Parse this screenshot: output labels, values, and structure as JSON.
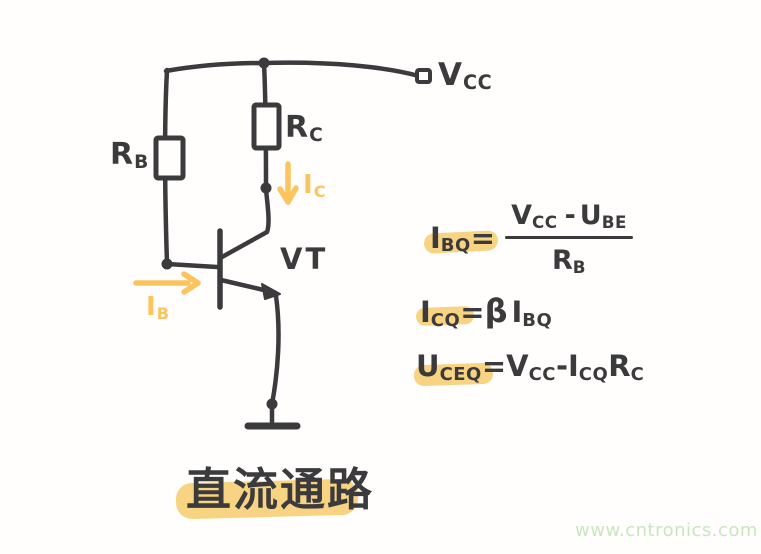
{
  "colors": {
    "ink": "#3b3b3d",
    "highlight": "#f8d382",
    "accent": "#fcc45e",
    "watermark": "#c9e6c2"
  },
  "circuit": {
    "vcc": {
      "main": "V",
      "sub": "CC"
    },
    "rb": {
      "main": "R",
      "sub": "B"
    },
    "rc": {
      "main": "R",
      "sub": "C"
    },
    "ic": {
      "main": "I",
      "sub": "C"
    },
    "ib": {
      "main": "I",
      "sub": "B"
    },
    "vt": {
      "label": "VT"
    }
  },
  "formulas": {
    "f1": {
      "lhs": {
        "main": "I",
        "sub": "BQ"
      },
      "equals": "=",
      "numerator": {
        "t1": "V",
        "s1": "CC",
        "minus": "-",
        "t2": "U",
        "s2": "BE"
      },
      "denominator": {
        "main": "R",
        "sub": "B"
      }
    },
    "f2": {
      "lhs": {
        "main": "I",
        "sub": "CQ"
      },
      "equals": "=",
      "beta": "β",
      "rhs": {
        "main": "I",
        "sub": "BQ"
      }
    },
    "f3": {
      "lhs": {
        "main": "U",
        "sub": "CEQ"
      },
      "equals": "=",
      "t1": {
        "main": "V",
        "sub": "CC"
      },
      "minus": "-",
      "t2": {
        "main": "I",
        "sub": "CQ"
      },
      "t3": {
        "main": "R",
        "sub": "C"
      }
    }
  },
  "caption": {
    "text": "直流通路"
  },
  "watermark": {
    "text": "www.cntronics.com"
  }
}
